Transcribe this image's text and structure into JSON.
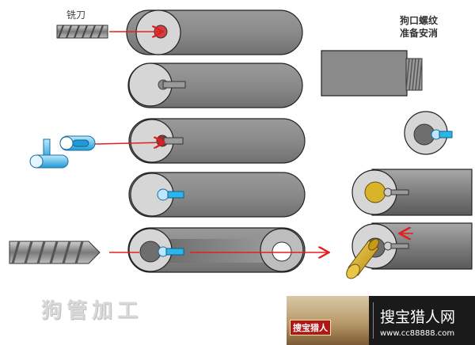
{
  "labels": {
    "milling_cutter": "铣刀",
    "ready_thread": "狗口螺纹\n准备安消",
    "title": "狗管加工"
  },
  "watermark": {
    "logo_text": "搜宝猎人",
    "site_name": "搜宝猎人网",
    "url": "www.cc88888.com"
  },
  "colors": {
    "tube_body": "#8a8a8a",
    "tube_face": "#d6d6d6",
    "bore": "#6e6e6e",
    "arrow_red": "#e02020",
    "part_blue": "#29b6e8",
    "brass": "#d8b42a"
  },
  "icons": [
    "milling-cutter-icon",
    "drill-bit-icon",
    "threaded-barrel-icon",
    "brass-cartridge-icon",
    "blue-bolt-icon"
  ]
}
